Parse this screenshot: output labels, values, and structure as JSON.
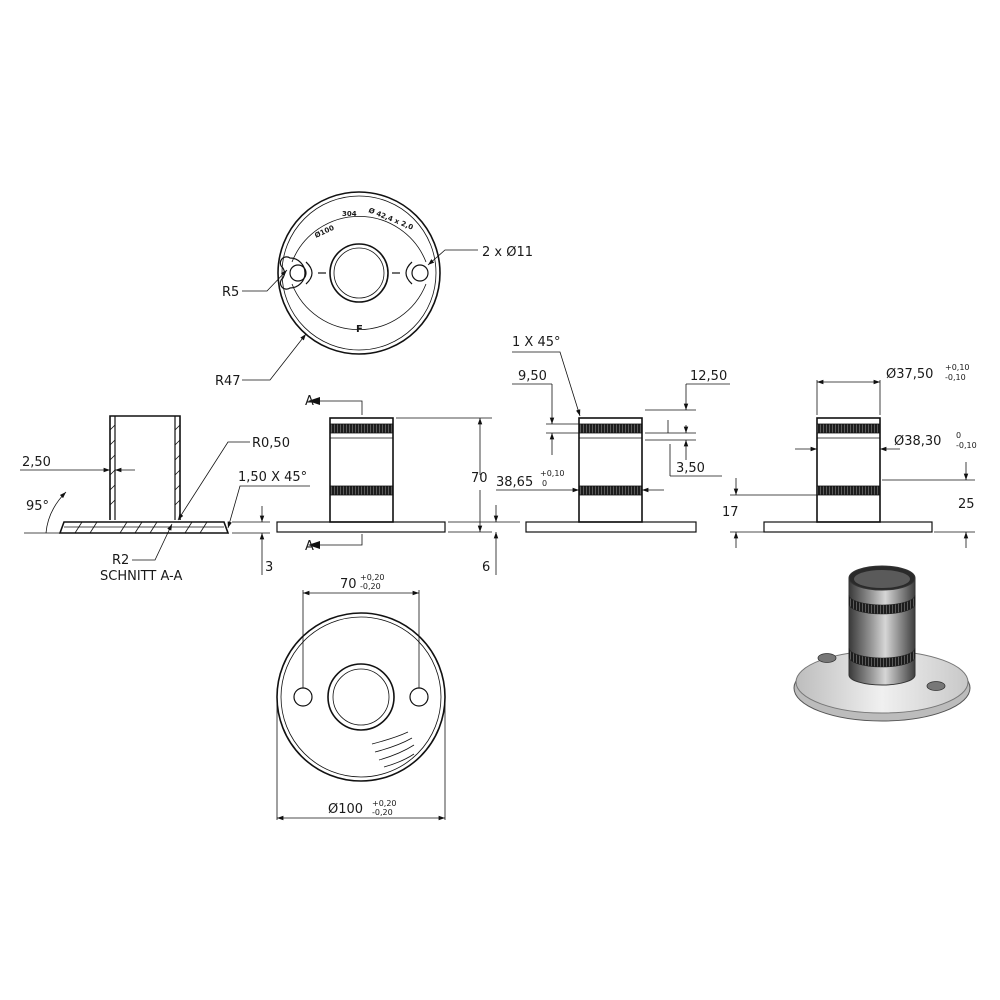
{
  "top_view": {
    "engraving": [
      "Ø100",
      "304",
      "Ø 42,4 x 2,0"
    ],
    "mark": "F",
    "labels": {
      "r5": "R5",
      "r47": "R47",
      "holes": "2 x Ø11"
    }
  },
  "section": {
    "title": "SCHNITT A-A",
    "labels": {
      "wall": "2,50",
      "radius_top": "R0,50",
      "chamfer": "1,50 X 45°",
      "angle": "95°",
      "radius_bottom": "R2",
      "thickness": "3"
    }
  },
  "front_view": {
    "section_marker": "A",
    "labels": {
      "height": "70",
      "plate": "6"
    }
  },
  "side_view": {
    "labels": {
      "chamfer": "1 X 45°",
      "h1": "9,50",
      "h2": "12,50",
      "h3": "3,50",
      "groove_dia": "38,65",
      "groove_tol_upper": "+0,10",
      "groove_tol_lower": "0"
    }
  },
  "right_view": {
    "labels": {
      "outer_dia": "Ø37,50",
      "outer_tol_upper": "+0,10",
      "outer_tol_lower": "-0,10",
      "inner_dia": "Ø38,30",
      "inner_tol_upper": "0",
      "inner_tol_lower": "-0,10",
      "h_low": "17",
      "h_mid": "25"
    }
  },
  "bottom_view": {
    "labels": {
      "spacing": "70",
      "spacing_tol_upper": "+0,20",
      "spacing_tol_lower": "-0,20",
      "diameter": "Ø100",
      "diameter_tol_upper": "+0,20",
      "diameter_tol_lower": "-0,20"
    }
  },
  "colors": {
    "line": "#111111",
    "metal_light": "#d9d9d9",
    "metal_dark": "#4a4a4a",
    "knurl": "#1c1c1c"
  }
}
